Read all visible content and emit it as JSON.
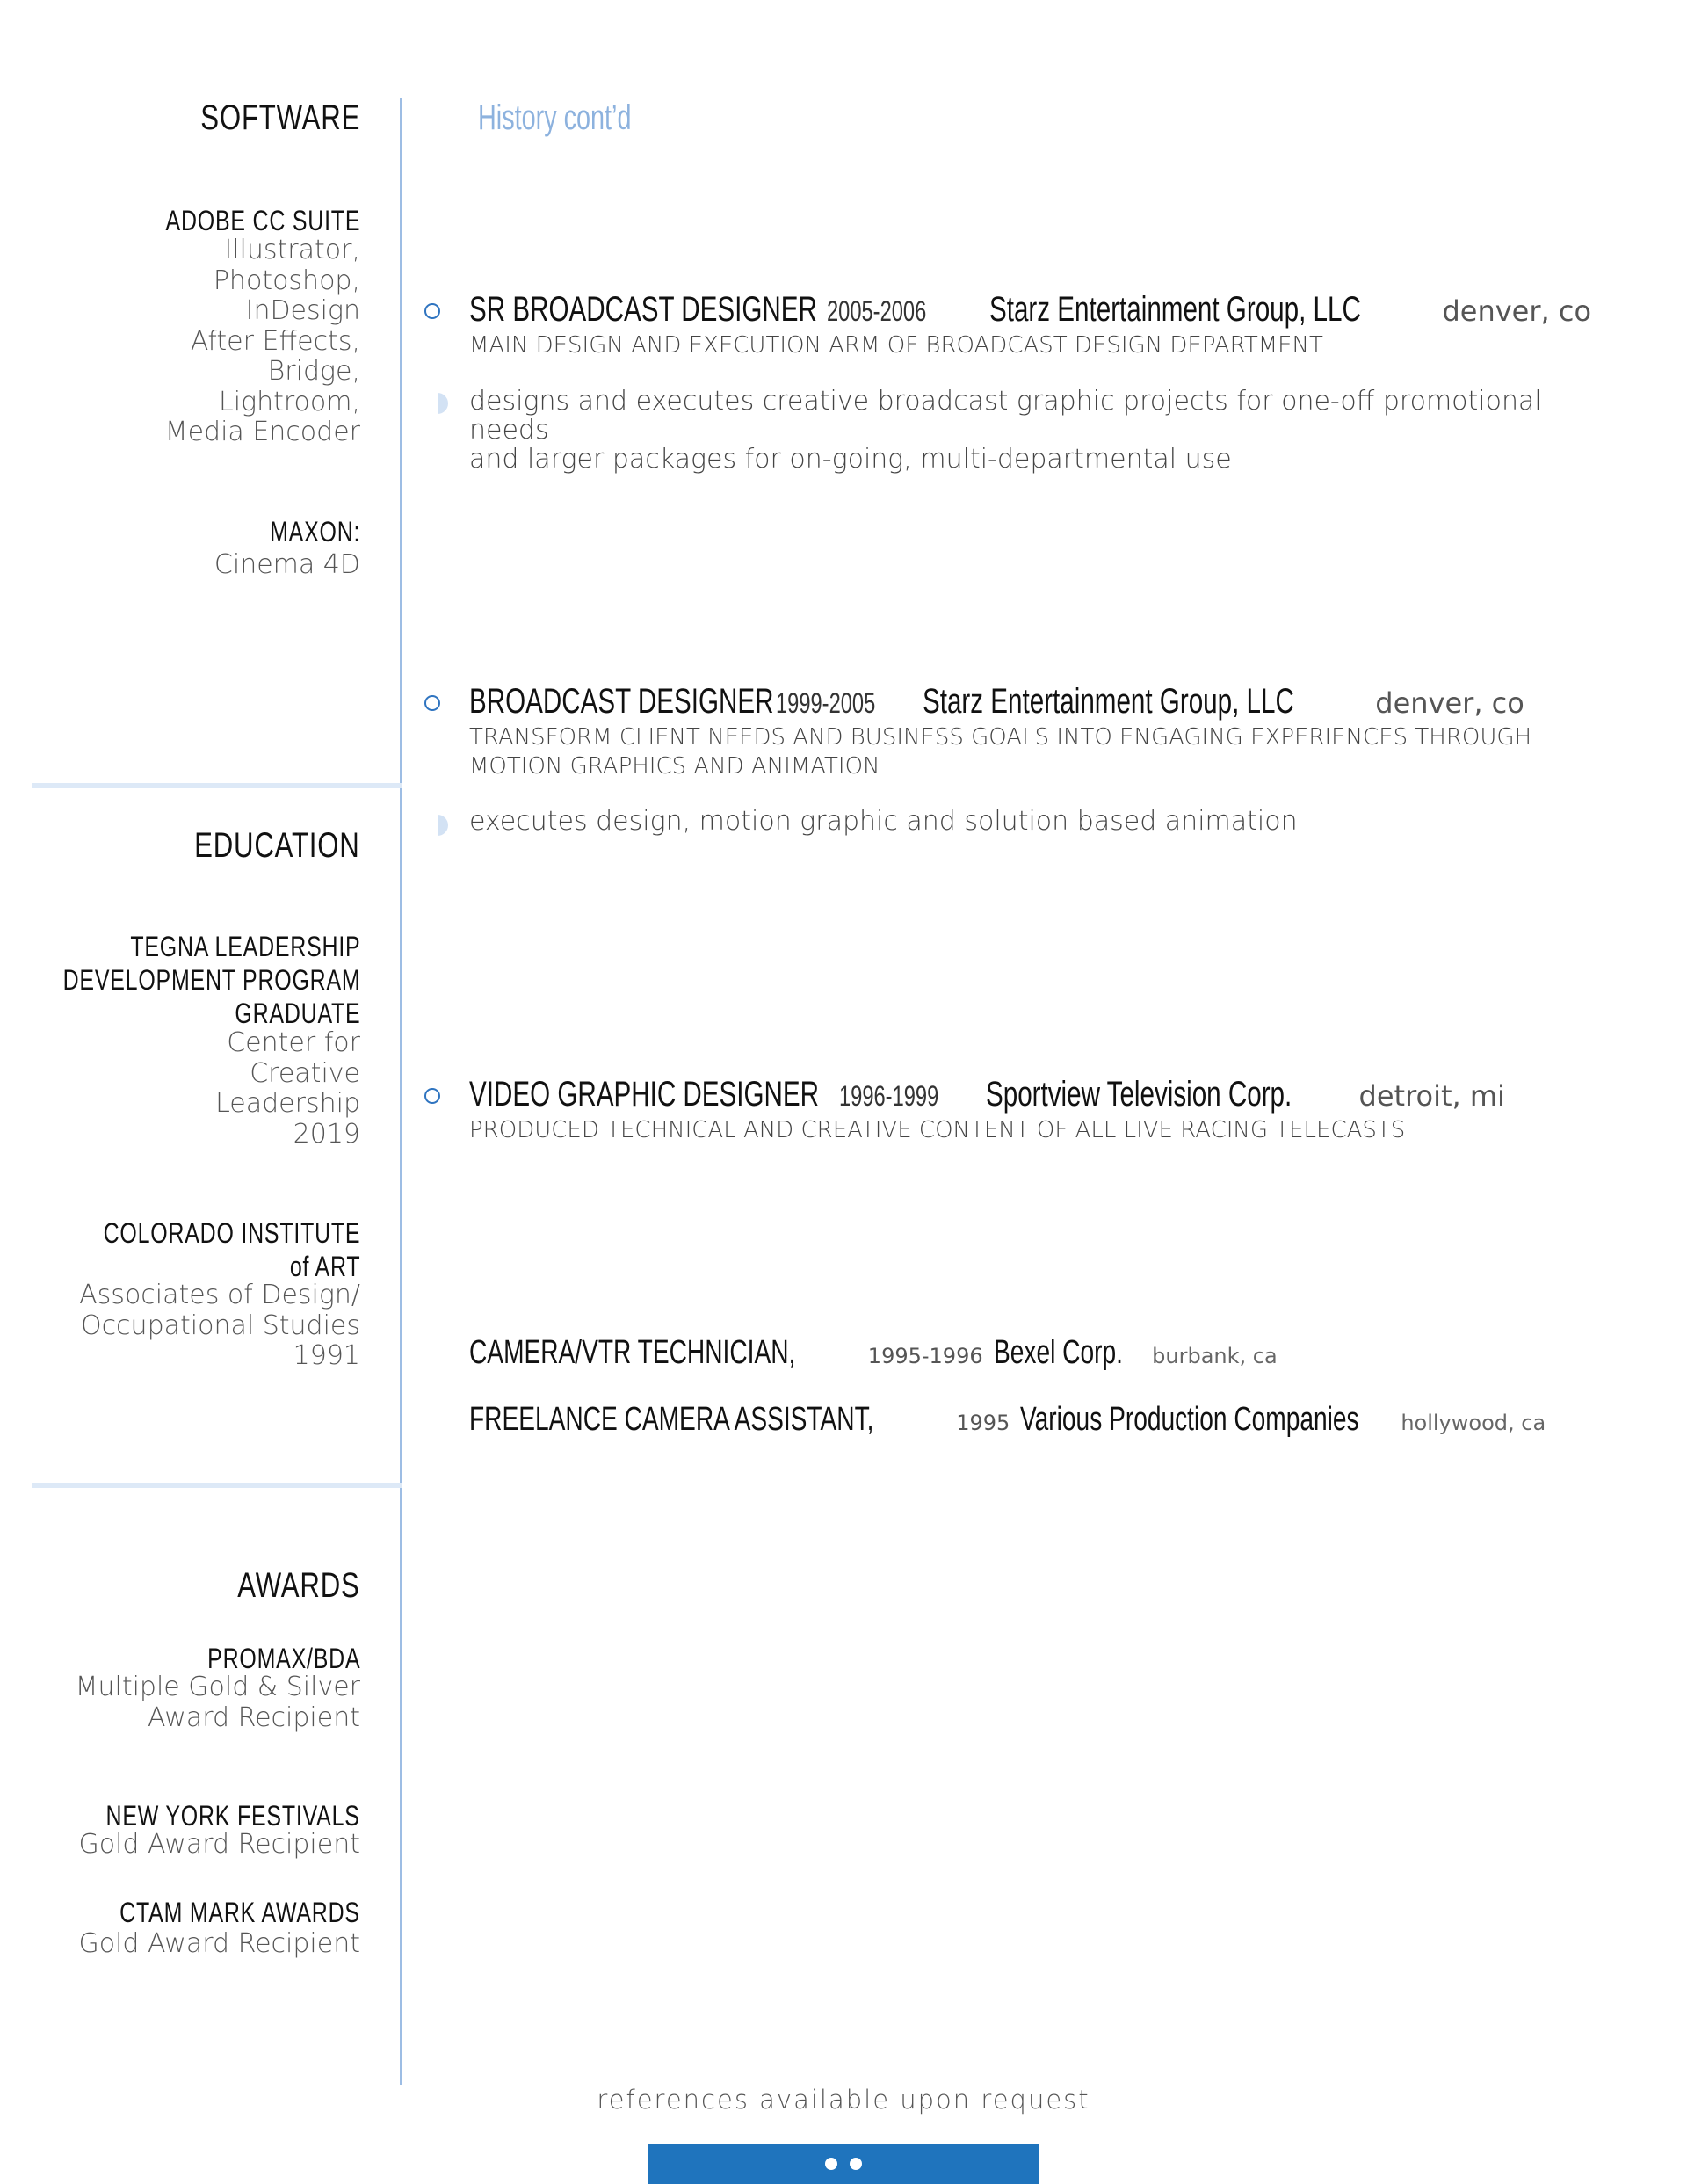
{
  "sidebar": {
    "software": {
      "title": "SOFTWARE",
      "adobe_head": "ADOBE CC SUITE",
      "adobe_items": [
        "Illustrator,",
        "Photoshop,",
        "InDesign",
        "After Effects,",
        "Bridge,",
        "Lightroom,",
        "Media Encoder"
      ],
      "maxon_head": "MAXON:",
      "maxon_item": "Cinema 4D"
    },
    "education": {
      "title": "EDUCATION",
      "tegna_head": [
        "TEGNA LEADERSHIP",
        "DEVELOPMENT PROGRAM",
        "GRADUATE"
      ],
      "tegna_body": [
        "Center for",
        "Creative",
        "Leadership",
        "2019"
      ],
      "cia_head": [
        "COLORADO INSTITUTE",
        "of ART"
      ],
      "cia_body": [
        "Associates of Design/",
        "Occupational Studies",
        "1991"
      ]
    },
    "awards": {
      "title": "AWARDS",
      "promax_head": "PROMAX/BDA",
      "promax_body": [
        "Multiple Gold & Silver",
        "Award Recipient"
      ],
      "nyf_head": "NEW YORK FESTIVALS",
      "nyf_body": "Gold Award Recipient",
      "ctam_head": "CTAM MARK AWARDS",
      "ctam_body": "Gold Award Recipient"
    }
  },
  "main": {
    "history_title": "History cont’d",
    "jobs": [
      {
        "title": "SR BROADCAST DESIGNER",
        "years": "2005-2006",
        "company": "Starz Entertainment Group, LLC",
        "location": "denver, co",
        "desc": "MAIN DESIGN AND EXECUTION ARM OF BROADCAST DESIGN DEPARTMENT",
        "bullet": [
          "designs and executes creative broadcast graphic projects for one-off promotional needs",
          "and larger packages for on-going, multi-departmental use"
        ]
      },
      {
        "title": "BROADCAST DESIGNER",
        "years": "1999-2005",
        "company": "Starz Entertainment Group, LLC",
        "location": "denver, co",
        "desc": [
          "TRANSFORM CLIENT NEEDS AND  BUSINESS GOALS INTO ENGAGING EXPERIENCES THROUGH",
          "MOTION GRAPHICS AND ANIMATION"
        ],
        "bullet": "executes design, motion graphic and solution based animation"
      },
      {
        "title": "VIDEO GRAPHIC DESIGNER",
        "years": "1996-1999",
        "company": "Sportview Television Corp.",
        "location": "detroit, mi",
        "desc": "PRODUCED TECHNICAL AND CREATIVE CONTENT OF ALL LIVE RACING TELECASTS"
      }
    ],
    "other_jobs": [
      {
        "title": "CAMERA/VTR TECHNICIAN,",
        "years": "1995-1996",
        "company": "Bexel Corp.",
        "location": "burbank, ca"
      },
      {
        "title": "FREELANCE CAMERA ASSISTANT,",
        "years": "1995",
        "company": "Various Production Companies",
        "location": "hollywood, ca"
      }
    ]
  },
  "footer": {
    "text": "references available upon request"
  },
  "colors": {
    "accent": "#1f74bd",
    "history_title": "#8db2de",
    "rule": "#9dbde4"
  }
}
